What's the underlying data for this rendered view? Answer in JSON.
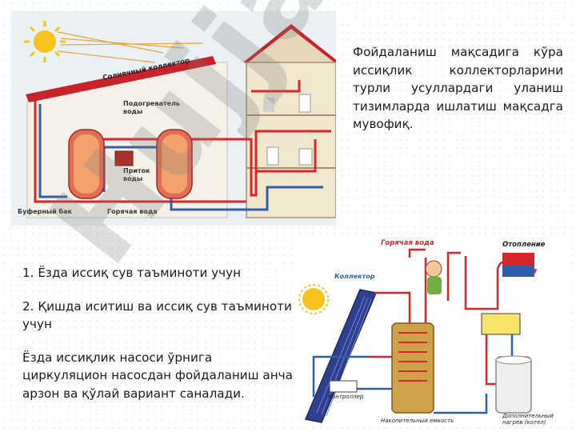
{
  "description": "Фойдаланиш мақсадига кўра иссиқлик коллекторларини турли усуллардаги уланиш тизимларда ишлатиш мақсадга мувофиқ.",
  "list": {
    "item1": "1. Ёзда иссиқ сув таъминоти учун",
    "item2": "2. Қишда иситиш ва иссиқ сув таъминоти учун",
    "note": "Ёзда иссиқлик насоси ўрнига циркуляцион насосдан фойдаланиш анча арзон ва қўлай вариант саналади."
  },
  "top_diagram": {
    "collector": "Солнечный коллектор",
    "heater": "Подогреватель",
    "heater2": "воды",
    "inflow": "Приток",
    "inflow2": "воды",
    "buffer": "Буферный бак",
    "hotwater": "Горячая вода"
  },
  "bottom_diagram": {
    "hotwater": "Горячая вода",
    "heating": "Отопление",
    "collector": "Коллектор",
    "controller": "Контроллер",
    "storage": "Накопительный емкость",
    "extra_heat": "Дополнительный",
    "extra_heat2": "нагрев (котел)"
  },
  "watermark": "Hujjat.uz",
  "colors": {
    "hot": "#d9262b",
    "cold": "#2e5fa8",
    "sun": "#f7c21b",
    "text": "#1a1a1a"
  }
}
